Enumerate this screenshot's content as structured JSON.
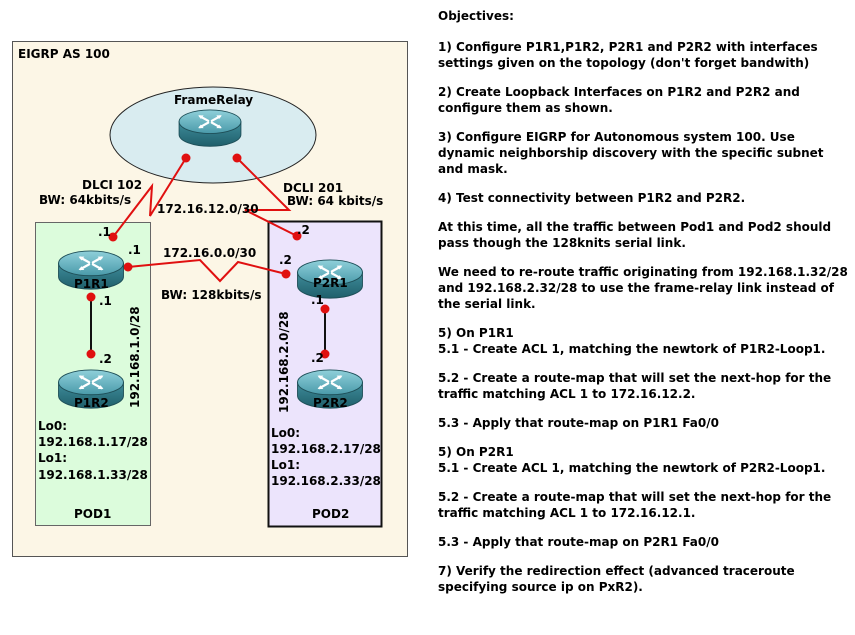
{
  "topology": {
    "area_label": "EIGRP AS 100",
    "cloud_label": "FrameRelay",
    "routers": {
      "p1r1": "P1R1",
      "p1r2": "P1R2",
      "p2r1": "P2R1",
      "p2r2": "P2R2"
    },
    "pods": {
      "pod1": "POD1",
      "pod2": "POD2"
    },
    "links": {
      "dlci_left": "DLCI 102",
      "bw_left": "BW: 64kbits/s",
      "dlci_right": "DCLI 201",
      "bw_right": "BW: 64 kbits/s",
      "frame_subnet": "172.16.12.0/30",
      "serial_subnet": "172.16.0.0/30",
      "serial_bw": "BW: 128kbits/s",
      "pod1_subnet": "192.168.1.0/28",
      "pod2_subnet": "192.168.2.0/28"
    },
    "host_octets": {
      "p1r1_frame": ".1",
      "p1r1_serial": ".1",
      "p1r1_lan": ".1",
      "p1r2_lan": ".2",
      "p2r1_frame": ".2",
      "p2r1_serial": ".2",
      "p2r1_lan": ".1",
      "p2r2_lan": ".2"
    },
    "loopbacks_pod1": [
      "Lo0:",
      "192.168.1.17/28",
      "Lo1:",
      "192.168.1.33/28"
    ],
    "loopbacks_pod2": [
      "Lo0:",
      "192.168.2.17/28",
      "Lo1:",
      "192.168.2.33/28"
    ]
  },
  "objectives": {
    "title": "Objectives:",
    "items": [
      "1) Configure P1R1,P1R2, P2R1 and P2R2 with interfaces settings given on the topology (don't forget bandwith)",
      "2) Create Loopback Interfaces on P1R2 and P2R2 and configure them as shown.",
      "3) Configure EIGRP for Autonomous system 100. Use dynamic neighborship discovery with the specific subnet and mask.",
      "4) Test connectivity between P1R2 and P2R2.",
      "At this time, all the traffic between Pod1 and Pod2 should pass though the 128knits serial link.",
      "We need to re-route traffic originating from 192.168.1.32/28 and 192.168.2.32/28 to use the frame-relay link instead of the serial link.",
      "5) On P1R1\n5.1 - Create ACL 1, matching the newtork of P1R2-Loop1.",
      "5.2 - Create a route-map that will set the next-hop for the traffic matching ACL 1 to 172.16.12.2.",
      "5.3 - Apply that route-map on P1R1 Fa0/0",
      "5) On P2R1\n5.1 - Create ACL 1, matching the newtork of P2R2-Loop1.",
      "5.2 - Create a route-map that will set the next-hop for the traffic matching ACL 1 to 172.16.12.1.",
      "5.3 - Apply that route-map on P2R1 Fa0/0",
      "7) Verify the redirection effect (advanced traceroute specifying source ip on PxR2)."
    ]
  },
  "colors": {
    "area_fill": "#fcf6e6",
    "pod1_fill": "#dcfcdc",
    "pod2_fill": "#ece4fc",
    "cloud_fill": "#d9ecf0",
    "link_red": "#e01010",
    "router_body": "#3e8e9e"
  }
}
